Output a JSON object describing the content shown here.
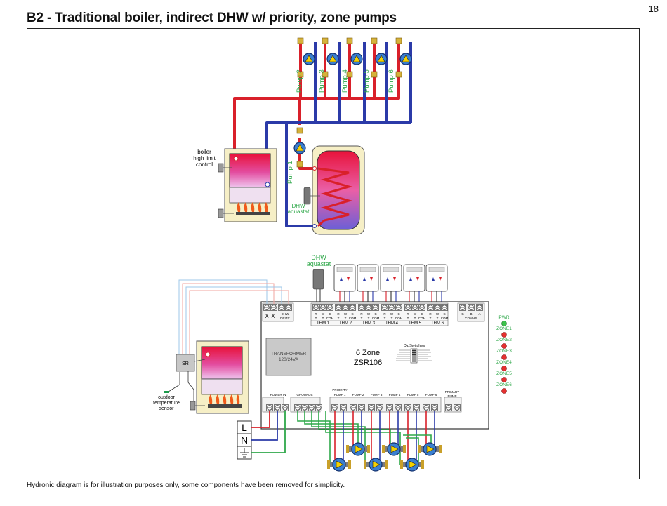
{
  "page": {
    "title": "B2 - Traditional boiler, indirect DHW w/ priority, zone pumps",
    "page_number": "18",
    "footnote": "Hydronic diagram is for illustration purposes only, some components have been removed for simplicity."
  },
  "colors": {
    "supply": "#d9202a",
    "return": "#2b3aa8",
    "ground": "#2fa84a",
    "label_green": "#2fa84a",
    "board": "#ffffff",
    "boiler_fill": "#f6efc6"
  },
  "pumps": {
    "zone_labels": [
      "Pump 2",
      "Pump 3",
      "Pump 4",
      "Pump 5",
      "Pump 6"
    ],
    "dhw_label": "Pump 1"
  },
  "boiler": {
    "label_line1": "boiler",
    "label_line2": "high limit",
    "label_line3": "control"
  },
  "tank": {
    "aquastat_label_line1": "DHW",
    "aquastat_label_line2": "aquastat"
  },
  "aquastat_top": {
    "line1": "DHW",
    "line2": "aquastat"
  },
  "outdoor_sensor": {
    "line1": "outdoor",
    "line2": "temperature",
    "line3": "sensor"
  },
  "sr_box": {
    "label": "SR"
  },
  "controller": {
    "dhw_terminal": {
      "x1": "X",
      "x2": "X",
      "label1": "DHW",
      "label2": "DR/ZC"
    },
    "thermostat_groups": [
      "THM 1",
      "THM 2",
      "THM 3",
      "THM 4",
      "THM 5",
      "THM 6"
    ],
    "terminal_top_letters": [
      "R",
      "W",
      "C"
    ],
    "terminal_bottom_letters": [
      "T",
      "T",
      "COM"
    ],
    "comms_letters": [
      "G",
      "B",
      "A"
    ],
    "comms_label": "COMMS",
    "transformer_line1": "TRANSFORMER",
    "transformer_line2": "120/24VA",
    "model_line1": "6 Zone",
    "model_line2": "ZSR106",
    "dipswitch_title": "DipSwitches",
    "power_in_label": "POWER IN",
    "grounds_label": "GROUNDS",
    "priority_label": "PRIORITY",
    "pump_terminal_labels": [
      "PUMP 1",
      "PUMP 2",
      "PUMP 3",
      "PUMP 4",
      "PUMP 5",
      "PUMP 6"
    ],
    "primary_pump_line1": "PRIMARY",
    "primary_pump_line2": "PUMP",
    "leds": [
      "PWR",
      "ZONE1",
      "ZONE2",
      "ZONE3",
      "ZONE4",
      "ZONE5",
      "ZONE6"
    ]
  },
  "power_legend": {
    "line": "L",
    "neutral": "N"
  }
}
